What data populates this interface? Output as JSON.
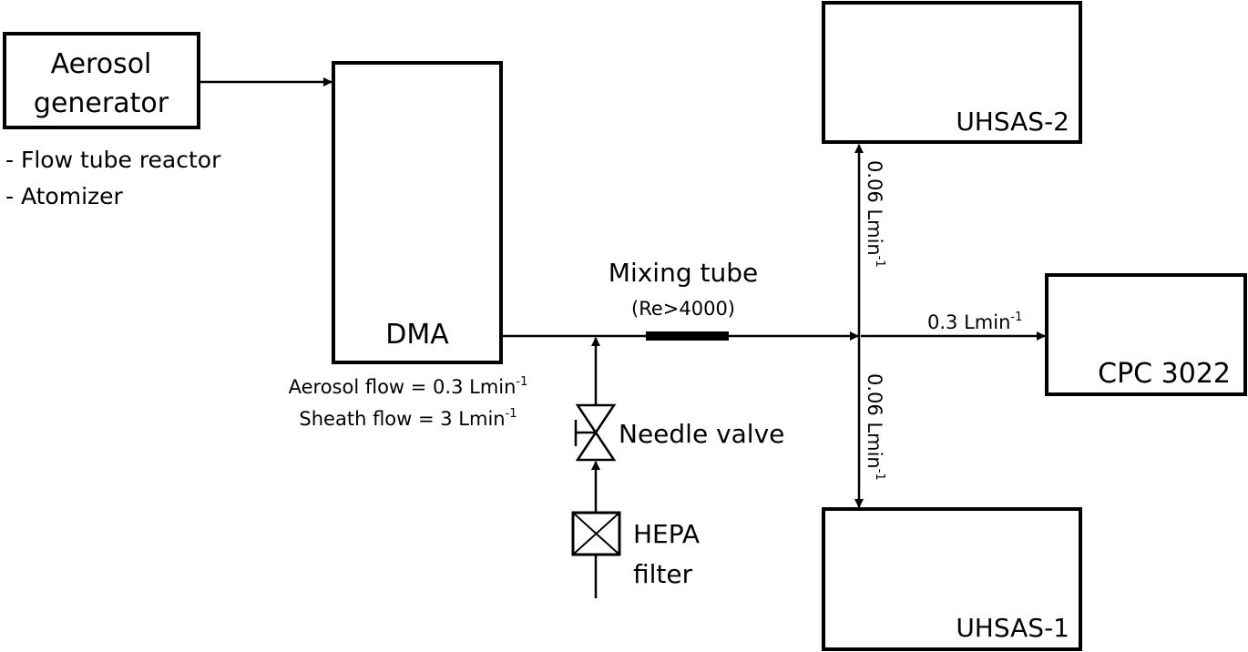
{
  "boxes": {
    "aerosol_generator": {
      "line1": "Aerosol",
      "line2": "generator"
    },
    "dma": {
      "label": "DMA"
    },
    "uhsas2": {
      "label": "UHSAS-2"
    },
    "uhsas1": {
      "label": "UHSAS-1"
    },
    "cpc": {
      "label": "CPC 3022"
    }
  },
  "generator_options": [
    "- Flow tube reactor",
    "- Atomizer"
  ],
  "dma_flows": {
    "aerosol": {
      "text": "Aerosol flow = 0.3 Lmin",
      "sup": "-1"
    },
    "sheath": {
      "text": "Sheath flow = 3 Lmin",
      "sup": "-1"
    }
  },
  "mixing_tube": {
    "label": "Mixing tube",
    "note": "(Re>4000)"
  },
  "needle_valve": {
    "label": "Needle valve"
  },
  "hepa_filter": {
    "line1": "HEPA",
    "line2": "filter"
  },
  "flows": {
    "to_uhsas2": {
      "text": "0.06 Lmin",
      "sup": "-1"
    },
    "to_uhsas1": {
      "text": "0.06 Lmin",
      "sup": "-1"
    },
    "to_cpc": {
      "text": "0.3 Lmin",
      "sup": "-1"
    }
  }
}
